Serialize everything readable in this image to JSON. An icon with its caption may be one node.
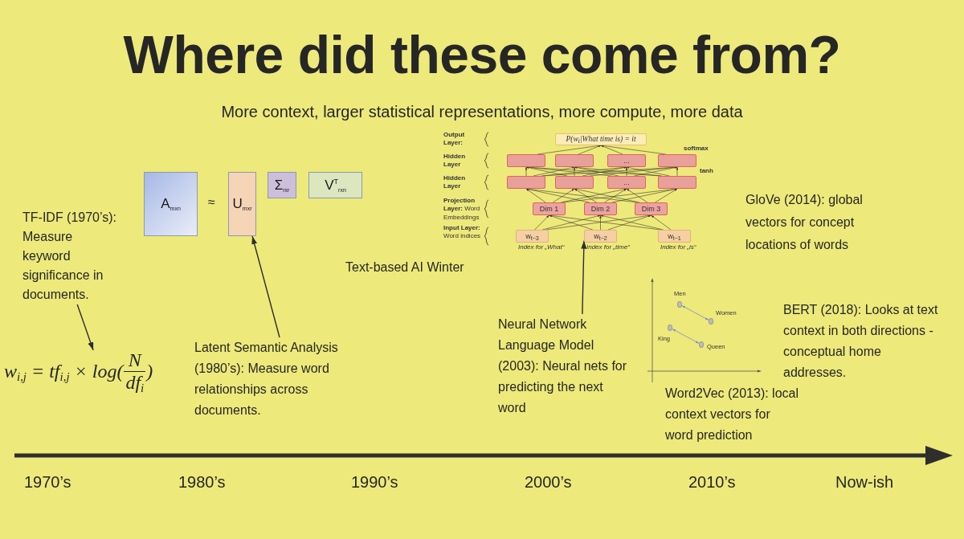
{
  "diagram": {
    "title": "Where did these come from?",
    "nodes": [
      {
        "text": [
          "TF-IDF (1970’s): Measure keyword significance in documents."
        ]
      },
      {
        "text": [
          "A$_{mxn}$"
        ]
      },
      {
        "text": [
          "U$_{mxr}$"
        ]
      },
      {
        "text": [
          "Σ$_{rxr}$"
        ]
      },
      {
        "text": [
          "V$^{T}$$_{rxn}$"
        ]
      },
      {
        "text": [
          "P(w$_{t}$|What time is) = it"
        ]
      },
      {
        "text": [],
        "shape": "box"
      },
      {
        "text": [],
        "shape": "box"
      },
      {
        "text": [
          "..."
        ]
      },
      {
        "text": [],
        "shape": "box"
      },
      {
        "text": [],
        "shape": "box"
      },
      {
        "text": [],
        "shape": "box"
      },
      {
        "text": [
          "..."
        ]
      },
      {
        "text": [],
        "shape": "box"
      },
      {
        "text": [
          "Dim 1"
        ]
      },
      {
        "text": [
          "Dim 2"
        ]
      },
      {
        "text": [
          "Dim 3"
        ]
      },
      {
        "text": [
          "w$_{t−3}$"
        ],
        "beside": [
          "Index for „What“"
        ]
      },
      {
        "text": [
          "w$_{t−2}$"
        ],
        "beside": [
          "Index for „time“"
        ]
      },
      {
        "text": [
          "w$_{t−1}$"
        ],
        "beside": [
          "Index for „is“"
        ]
      },
      {
        "text": [
          "w$_{i,j}$ = tf$_{i,j}$ × log(",
          "N",
          "df$_{i}$",
          ")"
        ]
      },
      {
        "text": [
          "Latent Semantic Analysis (1980’s): Measure word relationships across documents."
        ]
      },
      {
        "text": [
          "Neural Network Language Model (2003): Neural nets for predicting the next word"
        ]
      },
      {
        "text": [],
        "shape": "circle",
        "beside": [
          "Men"
        ]
      },
      {
        "text": [],
        "shape": "circle",
        "beside": [
          "Women"
        ]
      },
      {
        "text": [],
        "shape": "circle",
        "beside": [
          "King"
        ]
      },
      {
        "text": [],
        "shape": "circle",
        "beside": [
          "Queen"
        ]
      }
    ],
    "edges": [
      {
        "from": 0,
        "to": 20,
        "arrow": "to"
      },
      {
        "from": 21,
        "to": 2,
        "arrow": "to"
      },
      {
        "from": 22,
        "to": 18,
        "arrow": "to"
      },
      {
        "from": 17,
        "to": 14,
        "arrow": "to"
      },
      {
        "from": 17,
        "to": 15,
        "arrow": "to"
      },
      {
        "from": 17,
        "to": 16,
        "arrow": "to"
      },
      {
        "from": 18,
        "to": 14,
        "arrow": "to"
      },
      {
        "from": 18,
        "to": 15,
        "arrow": "to"
      },
      {
        "from": 18,
        "to": 16,
        "arrow": "to"
      },
      {
        "from": 19,
        "to": 14,
        "arrow": "to"
      },
      {
        "from": 19,
        "to": 15,
        "arrow": "to"
      },
      {
        "from": 19,
        "to": 16,
        "arrow": "to"
      },
      {
        "from": 14,
        "to": 10,
        "arrow": "to"
      },
      {
        "from": 14,
        "to": 11,
        "arrow": "to"
      },
      {
        "from": 14,
        "to": 12,
        "arrow": "to"
      },
      {
        "from": 14,
        "to": 13,
        "arrow": "to"
      },
      {
        "from": 15,
        "to": 10,
        "arrow": "to"
      },
      {
        "from": 15,
        "to": 11,
        "arrow": "to"
      },
      {
        "from": 15,
        "to": 12,
        "arrow": "to"
      },
      {
        "from": 15,
        "to": 13,
        "arrow": "to"
      },
      {
        "from": 16,
        "to": 10,
        "arrow": "to"
      },
      {
        "from": 16,
        "to": 11,
        "arrow": "to"
      },
      {
        "from": 16,
        "to": 12,
        "arrow": "to"
      },
      {
        "from": 16,
        "to": 13,
        "arrow": "to"
      },
      {
        "from": 10,
        "to": 6,
        "arrow": "to"
      },
      {
        "from": 10,
        "to": 7,
        "arrow": "to"
      },
      {
        "from": 10,
        "to": 8,
        "arrow": "to"
      },
      {
        "from": 10,
        "to": 9,
        "arrow": "to"
      },
      {
        "from": 11,
        "to": 6,
        "arrow": "to"
      },
      {
        "from": 11,
        "to": 7,
        "arrow": "to"
      },
      {
        "from": 11,
        "to": 8,
        "arrow": "to"
      },
      {
        "from": 11,
        "to": 9,
        "arrow": "to"
      },
      {
        "from": 12,
        "to": 6,
        "arrow": "to"
      },
      {
        "from": 12,
        "to": 7,
        "arrow": "to"
      },
      {
        "from": 12,
        "to": 8,
        "arrow": "to"
      },
      {
        "from": 12,
        "to": 9,
        "arrow": "to"
      },
      {
        "from": 13,
        "to": 6,
        "arrow": "to"
      },
      {
        "from": 13,
        "to": 7,
        "arrow": "to"
      },
      {
        "from": 13,
        "to": 8,
        "arrow": "to"
      },
      {
        "from": 13,
        "to": 9,
        "arrow": "to"
      },
      {
        "from": 6,
        "to": 5,
        "arrow": "to"
      },
      {
        "from": 7,
        "to": 5,
        "arrow": "to"
      },
      {
        "from": 8,
        "to": 5,
        "arrow": "to"
      },
      {
        "from": 9,
        "to": 5,
        "arrow": "to"
      },
      {
        "from": 24,
        "to": 23,
        "arrow": "both",
        "color": "#7b8cc0"
      },
      {
        "from": 26,
        "to": 25,
        "arrow": "both",
        "color": "#7b8cc0"
      }
    ],
    "labels": [
      "More context, larger statistical representations, more compute, more data",
      "≈",
      "Output Layer:",
      "Hidden Layer",
      "Hidden Layer",
      "**Projection Layer:** Word Embeddings",
      "**Input Layer:** Word indices",
      "softmax",
      "tanh",
      "Text-based AI Winter",
      "GloVe (2014): global vectors for concept locations of words",
      "BERT (2018): Looks at text context in both directions - conceptual home addresses.",
      "Word2Vec (2013): local context vectors for word prediction",
      "1970’s",
      "1980’s",
      "1990’s",
      "2000’s",
      "2010’s",
      "Now-ish"
    ]
  }
}
